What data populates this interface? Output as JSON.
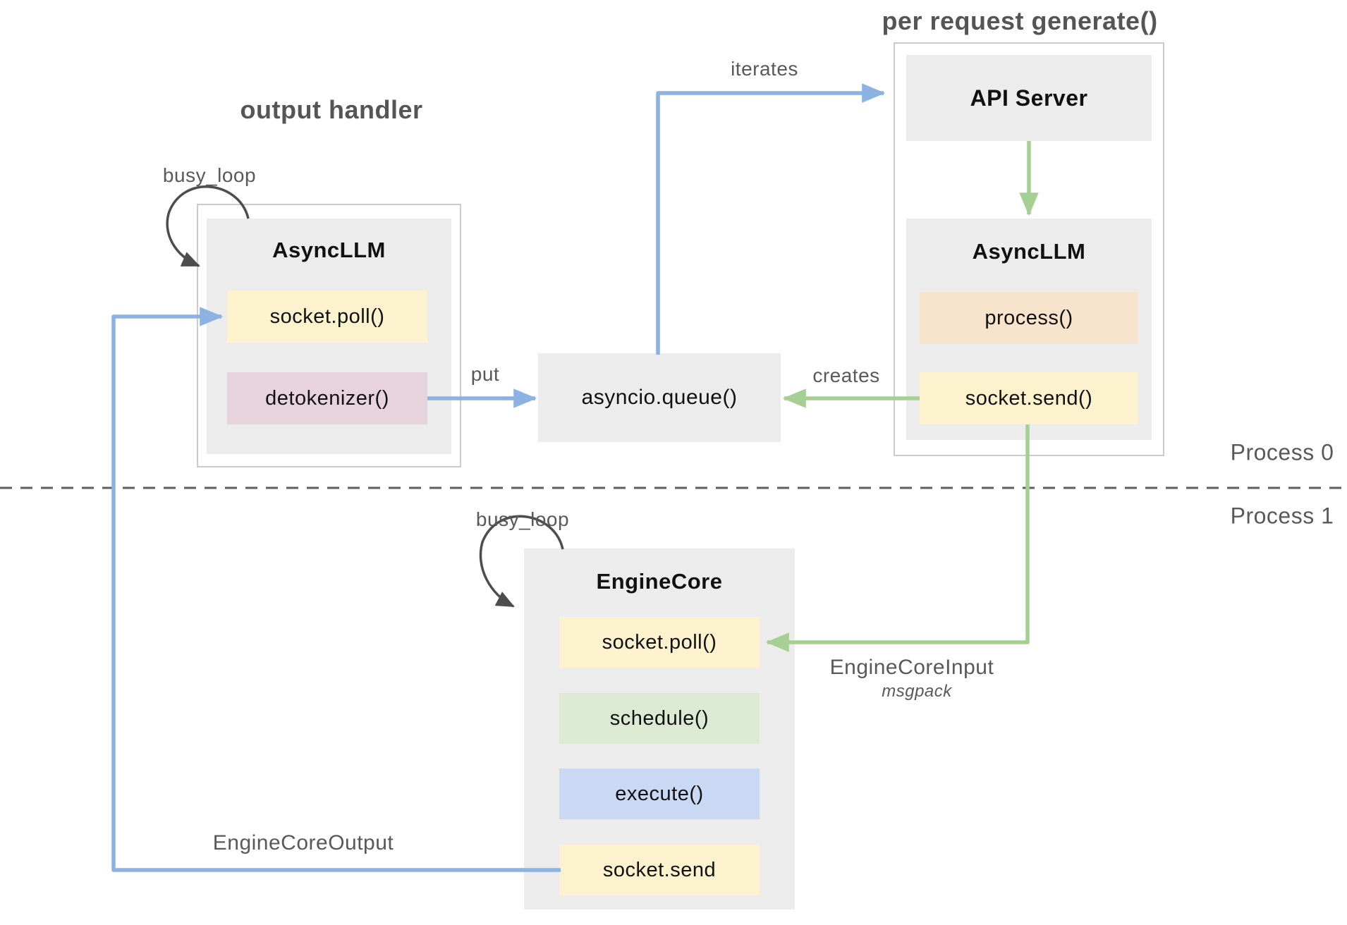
{
  "header": {
    "output_handler": "output handler",
    "per_request_generate": "per request generate()"
  },
  "process_labels": {
    "process0": "Process 0",
    "process1": "Process 1"
  },
  "arrow_labels": {
    "iterates": "iterates",
    "put": "put",
    "creates": "creates",
    "busy_loop_top": "busy_loop",
    "busy_loop_bottom": "busy_loop",
    "engine_core_input": "EngineCoreInput",
    "engine_core_input_sub": "msgpack",
    "engine_core_output": "EngineCoreOutput"
  },
  "async_llm_left": {
    "title": "AsyncLLM",
    "methods": [
      {
        "label": "socket.poll()",
        "color": "#fcf2cd"
      },
      {
        "label": "detokenizer()",
        "color": "#e6d3db"
      }
    ]
  },
  "queue_box": {
    "label": "asyncio.queue()"
  },
  "api_group": {
    "api_server": "API Server",
    "async_llm": {
      "title": "AsyncLLM",
      "methods": [
        {
          "label": "process()",
          "color": "#f8e4cc"
        },
        {
          "label": "socket.send()",
          "color": "#fcf2cd"
        }
      ]
    }
  },
  "engine_core": {
    "title": "EngineCore",
    "methods": [
      {
        "label": "socket.poll()",
        "color": "#fcf2cd"
      },
      {
        "label": "schedule()",
        "color": "#dcead3"
      },
      {
        "label": "execute()",
        "color": "#c9d9f3"
      },
      {
        "label": "socket.send",
        "color": "#fcf2cd"
      }
    ]
  },
  "colors": {
    "arrow_blue": "#8cb2e2",
    "arrow_green": "#a5cf93",
    "arrow_dark": "#4d4d4d",
    "box_gray": "#ececec",
    "border_gray": "#cbcbcb",
    "label_text": "#595959",
    "divider": "#5f5f5f"
  }
}
